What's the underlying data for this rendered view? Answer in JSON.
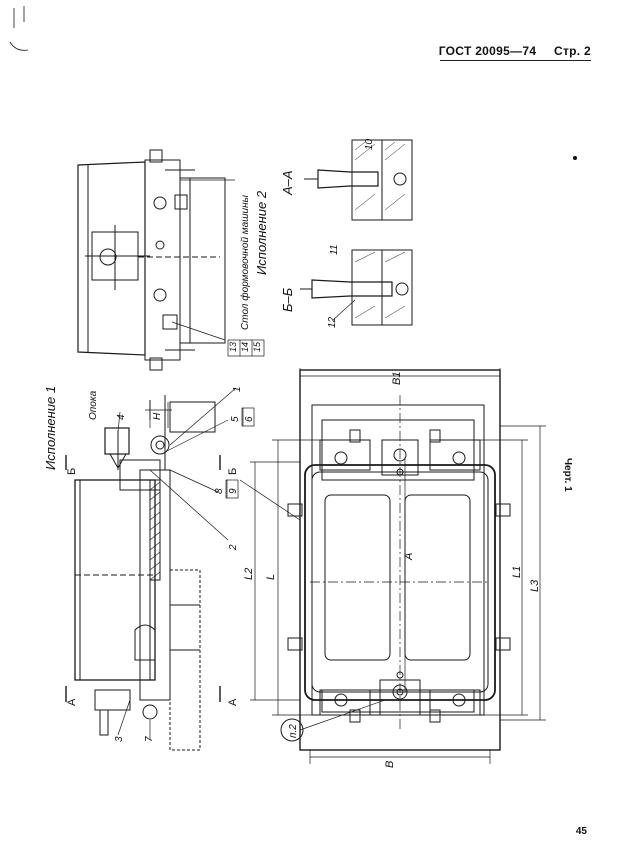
{
  "header": {
    "standard": "ГОСТ 20095—74",
    "page": "Стр. 2"
  },
  "drawing": {
    "variant1": "Исполнение 1",
    "variant2": "Исполнение 2",
    "flask": "Опока",
    "table": "Стол формовочной машины",
    "section_aa": "А–А",
    "section_bb": "Б–Б",
    "cut_a": "А",
    "cut_b": "Б",
    "dim_h": "H",
    "dim_a": "A",
    "dim_b": "В",
    "dim_b1": "В1",
    "dim_l": "L",
    "dim_l1": "L1",
    "dim_l2": "L2",
    "dim_l3": "L3",
    "note": "п.2",
    "caption": "Черт. 1",
    "pos": [
      "1",
      "2",
      "3",
      "4",
      "5",
      "6",
      "7",
      "8",
      "9",
      "10",
      "11",
      "12",
      "13",
      "14",
      "15"
    ]
  },
  "footer": {
    "page_number": "45"
  }
}
